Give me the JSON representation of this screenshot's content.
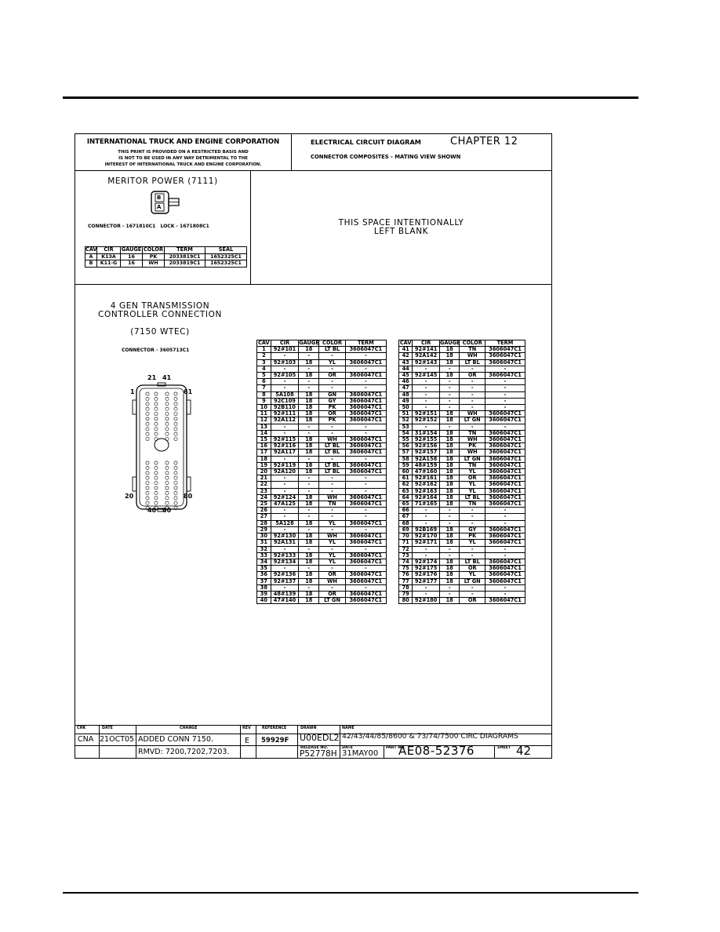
{
  "header": {
    "company": "INTERNATIONAL TRUCK AND ENGINE CORPORATION",
    "notice_line1": "THIS PRINT IS PROVIDED ON A RESTRICTED BASIS AND",
    "notice_line2": "IS NOT TO BE USED IN ANY WAY DETRIMENTAL TO THE",
    "notice_line3": "INTEREST OF INTERNATIONAL TRUCK AND ENGINE CORPORATION.",
    "diagram_title": "ELECTRICAL CIRCUIT DIAGRAM",
    "chapter": "CHAPTER 12",
    "subtitle": "CONNECTOR COMPOSITES - MATING VIEW SHOWN"
  },
  "meritor": {
    "title": "MERITOR POWER (7111)",
    "pin_b": "B",
    "pin_a": "A",
    "connector_line": "CONNECTOR - 1671810C1   LOCK - 1671808C1",
    "columns": [
      "CAV",
      "CIR",
      "GAUGE",
      "COLOR",
      "TERM",
      "SEAL"
    ],
    "rows": [
      [
        "A",
        "K13A",
        "16",
        "PK",
        "2033819C1",
        "1652325C1"
      ],
      [
        "B",
        "K11-G",
        "16",
        "WH",
        "2033819C1",
        "1652325C1"
      ]
    ]
  },
  "blank_note": {
    "line1": "THIS SPACE INTENTIONALLY",
    "line2": "LEFT BLANK"
  },
  "transmission": {
    "title_line1": "4 GEN TRANSMISSION",
    "title_line2": "CONTROLLER CONNECTION",
    "code": "(7150 WTEC)",
    "connector_line": "CONNECTOR - 3605713C1",
    "pin_labels": {
      "top_left": "21",
      "top_right": "41",
      "left_top": "1",
      "right_top": "61",
      "left_bottom": "20",
      "right_bottom": "80",
      "bottom_left": "40",
      "bottom_right": "60"
    },
    "columns": [
      "CAV",
      "CIR",
      "GAUGE",
      "COLOR",
      "TERM"
    ],
    "rows_left": [
      [
        "1",
        "92#101",
        "18",
        "LT BL",
        "3606047C1"
      ],
      [
        "2",
        "-",
        "-",
        "-",
        "-"
      ],
      [
        "3",
        "92#103",
        "18",
        "YL",
        "3606047C1"
      ],
      [
        "4",
        "-",
        "-",
        "-",
        "-"
      ],
      [
        "5",
        "92#105",
        "18",
        "OR",
        "3606047C1"
      ],
      [
        "6",
        "-",
        "-",
        "-",
        "-"
      ],
      [
        "7",
        "-",
        "-",
        "-",
        "-"
      ],
      [
        "8",
        "5A108",
        "18",
        "GN",
        "3606047C1"
      ],
      [
        "9",
        "92C109",
        "18",
        "GY",
        "3606047C1"
      ],
      [
        "10",
        "92B110",
        "18",
        "PK",
        "3606047C1"
      ],
      [
        "11",
        "92#111",
        "18",
        "OR",
        "3606047C1"
      ],
      [
        "12",
        "92A112",
        "18",
        "PK",
        "3606047C1"
      ],
      [
        "13",
        "-",
        "-",
        "-",
        "-"
      ],
      [
        "14",
        "-",
        "-",
        "-",
        "-"
      ],
      [
        "15",
        "92#115",
        "18",
        "WH",
        "3606047C1"
      ],
      [
        "16",
        "92#116",
        "18",
        "LT BL",
        "3606047C1"
      ],
      [
        "17",
        "92A117",
        "18",
        "LT BL",
        "3606047C1"
      ],
      [
        "18",
        "-",
        "-",
        "-",
        "-"
      ],
      [
        "19",
        "92#119",
        "18",
        "LT BL",
        "3606047C1"
      ],
      [
        "20",
        "92A120",
        "18",
        "LT BL",
        "3606047C1"
      ],
      [
        "21",
        "-",
        "-",
        "-",
        "-"
      ],
      [
        "22",
        "-",
        "-",
        "-",
        "-"
      ],
      [
        "23",
        "-",
        "-",
        "-",
        "-"
      ],
      [
        "24",
        "92#124",
        "18",
        "WH",
        "3606047C1"
      ],
      [
        "25",
        "47A125",
        "18",
        "TN",
        "3606047C1"
      ],
      [
        "26",
        "-",
        "-",
        "-",
        "-"
      ],
      [
        "27",
        "-",
        "-",
        "-",
        "-"
      ],
      [
        "28",
        "5A128",
        "18",
        "YL",
        "3606047C1"
      ],
      [
        "29",
        "-",
        "-",
        "-",
        "-"
      ],
      [
        "30",
        "92#130",
        "18",
        "WH",
        "3606047C1"
      ],
      [
        "31",
        "92A131",
        "18",
        "YL",
        "3606047C1"
      ],
      [
        "32",
        "-",
        "-",
        "-",
        "-"
      ],
      [
        "33",
        "92#133",
        "18",
        "YL",
        "3606047C1"
      ],
      [
        "34",
        "92#134",
        "18",
        "YL",
        "3606047C1"
      ],
      [
        "35",
        "-",
        "-",
        "-",
        "-"
      ],
      [
        "36",
        "92#136",
        "18",
        "OR",
        "3606047C1"
      ],
      [
        "37",
        "92#137",
        "18",
        "WH",
        "3606047C1"
      ],
      [
        "38",
        "-",
        "-",
        "-",
        "-"
      ],
      [
        "39",
        "48#139",
        "18",
        "OR",
        "3606047C1"
      ],
      [
        "40",
        "47#140",
        "18",
        "LT GN",
        "3606047C1"
      ]
    ],
    "rows_right": [
      [
        "41",
        "92#141",
        "18",
        "TN",
        "3606047C1"
      ],
      [
        "42",
        "92A142",
        "18",
        "WH",
        "3606047C1"
      ],
      [
        "43",
        "92#143",
        "18",
        "LT BL",
        "3606047C1"
      ],
      [
        "44",
        "-",
        "-",
        "-",
        "-"
      ],
      [
        "45",
        "92#145",
        "18",
        "OR",
        "3606047C1"
      ],
      [
        "46",
        "-",
        "-",
        "-",
        "-"
      ],
      [
        "47",
        "-",
        "-",
        "-",
        "-"
      ],
      [
        "48",
        "-",
        "-",
        "-",
        "-"
      ],
      [
        "49",
        "-",
        "-",
        "-",
        "-"
      ],
      [
        "50",
        "-",
        "-",
        "-",
        "-"
      ],
      [
        "51",
        "92#151",
        "18",
        "WH",
        "3606047C1"
      ],
      [
        "52",
        "92#152",
        "18",
        "LT GN",
        "3606047C1"
      ],
      [
        "53",
        "-",
        "-",
        "-",
        "-"
      ],
      [
        "54",
        "31#154",
        "18",
        "TN",
        "3606047C1"
      ],
      [
        "55",
        "92#155",
        "18",
        "WH",
        "3606047C1"
      ],
      [
        "56",
        "92#156",
        "18",
        "PK",
        "3606047C1"
      ],
      [
        "57",
        "92#157",
        "18",
        "WH",
        "3606047C1"
      ],
      [
        "58",
        "92A158",
        "18",
        "LT GN",
        "3606047C1"
      ],
      [
        "59",
        "48#159",
        "18",
        "TN",
        "3606047C1"
      ],
      [
        "60",
        "47#160",
        "18",
        "YL",
        "3606047C1"
      ],
      [
        "61",
        "92#161",
        "18",
        "OR",
        "3606047C1"
      ],
      [
        "62",
        "92#162",
        "18",
        "YL",
        "3606047C1"
      ],
      [
        "63",
        "92#163",
        "18",
        "YL",
        "3606047C1"
      ],
      [
        "64",
        "92#164",
        "18",
        "LT BL",
        "3606047C1"
      ],
      [
        "65",
        "71#165",
        "18",
        "TN",
        "3606047C1"
      ],
      [
        "66",
        "-",
        "-",
        "-",
        "-"
      ],
      [
        "67",
        "-",
        "-",
        "-",
        "-"
      ],
      [
        "68",
        "-",
        "-",
        "-",
        "-"
      ],
      [
        "69",
        "92B169",
        "18",
        "GY",
        "3606047C1"
      ],
      [
        "70",
        "92#170",
        "18",
        "PK",
        "3606047C1"
      ],
      [
        "71",
        "92#171",
        "18",
        "YL",
        "3606047C1"
      ],
      [
        "72",
        "-",
        "-",
        "-",
        "-"
      ],
      [
        "73",
        "-",
        "-",
        "-",
        "-"
      ],
      [
        "74",
        "92#174",
        "18",
        "LT BL",
        "3606047C1"
      ],
      [
        "75",
        "92#175",
        "18",
        "OR",
        "3606047C1"
      ],
      [
        "76",
        "92#176",
        "18",
        "YL",
        "3606047C1"
      ],
      [
        "77",
        "92#177",
        "18",
        "LT GN",
        "3606047C1"
      ],
      [
        "78",
        "-",
        "-",
        "-",
        "-"
      ],
      [
        "79",
        "-",
        "-",
        "-",
        "-"
      ],
      [
        "80",
        "92#180",
        "18",
        "OR",
        "3606047C1"
      ]
    ]
  },
  "title_block": {
    "chk_label": "CHK",
    "date_label": "DATE",
    "change_label": "CHANGE",
    "rev_label": "REV",
    "reference_label": "REFERENCE",
    "drawn_label": "DRAWN",
    "name_label": "NAME",
    "release_label": "RELEASE NO.",
    "date2_label": "DATE",
    "part_label": "PART NO.",
    "sheet_label": "SHEET",
    "chk": "CNA",
    "date": "21OCT05",
    "change_line1": "ADDED CONN 7150.",
    "change_line2": "RMVD: 7200,7202,7203.",
    "rev": "E",
    "reference": "59929F",
    "drawn": "U00EDL2",
    "name": "42/43/44/85/8600 & 73/74/7500 CIRC DIAGRAMS",
    "release": "P52778H",
    "release_date": "31MAY00",
    "part_no": "AE08-52376",
    "sheet": "42"
  }
}
